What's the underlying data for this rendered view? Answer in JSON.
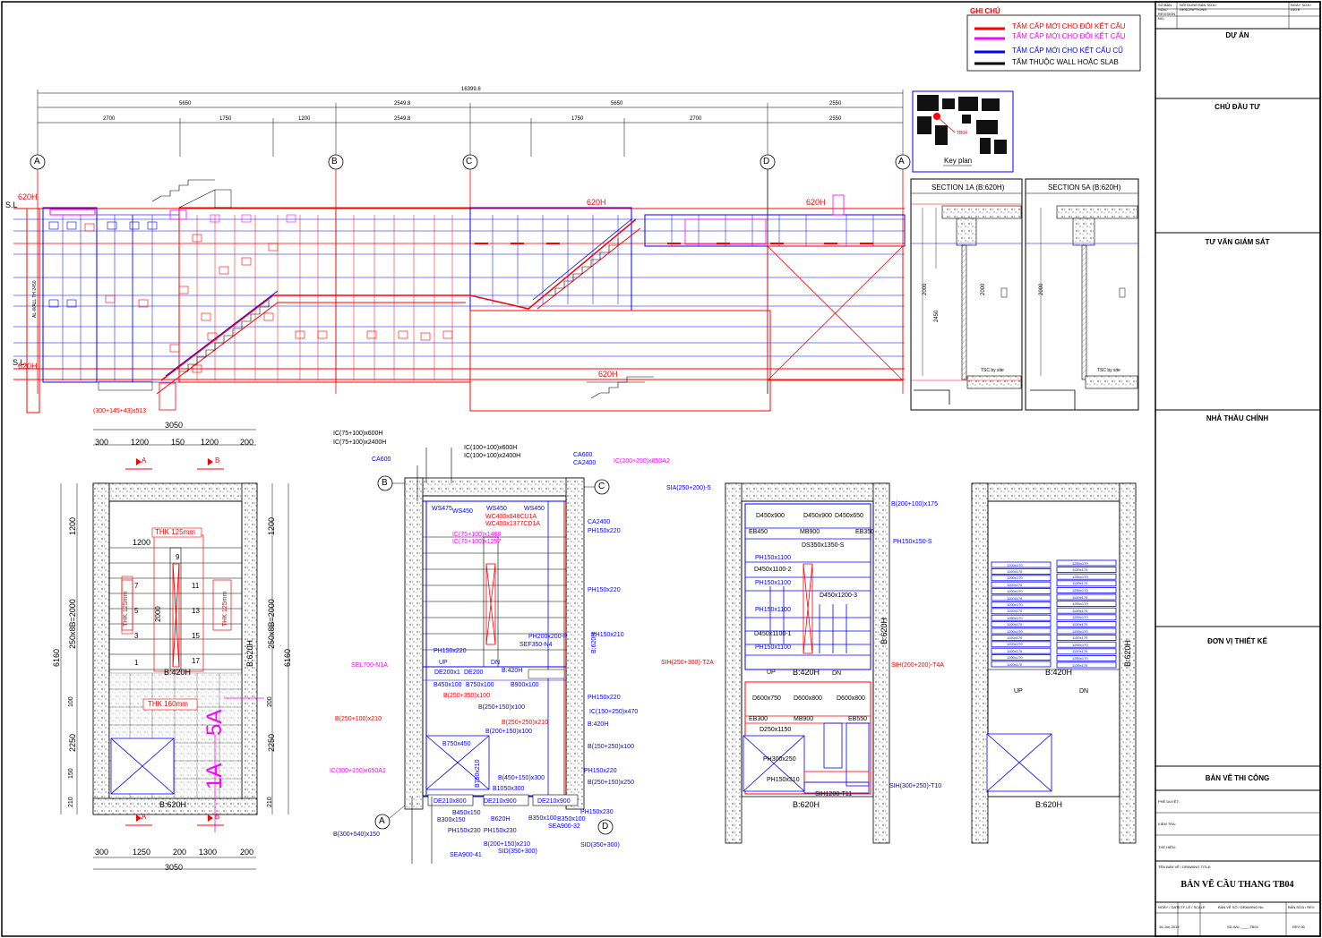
{
  "legend": {
    "title": "GHI CHÚ",
    "items": [
      {
        "label": "TẤM CẤP MỚI CHO ĐỔI KẾT CẤU",
        "color": "#ff0000"
      },
      {
        "label": "TẤM CẤP MỚI CHO ĐỔI KẾT CẤU",
        "color": "#ff00ff"
      },
      {
        "label": "TẤM CẤP MỚI CHO KẾT CẤU CŨ",
        "color": "#0000ff"
      },
      {
        "label": "TẤM THUỘC WALL HOẶC SLAB",
        "color": "#000000"
      }
    ]
  },
  "key_plan": {
    "label": "Key plan",
    "tag": "TB04"
  },
  "elevation": {
    "overall": "16399.8",
    "dims_level1": [
      "5650",
      "2549.8",
      "5650",
      "2550"
    ],
    "dims_level2": [
      "2700",
      "1750",
      "1200",
      "2549.8",
      "1750",
      "2700",
      "2550"
    ],
    "grids": [
      "A",
      "B",
      "C",
      "D",
      "A"
    ],
    "level_labels": [
      "620H",
      "620H",
      "620H",
      "620H",
      "620H",
      "S.L",
      "S.L"
    ],
    "callout": "(300+145+43)x513",
    "wall_note": "AL-WALL TH 2450"
  },
  "sections": [
    {
      "title": "SECTION 1A (B:620H)",
      "dims": [
        "2000",
        "2450",
        "2000"
      ],
      "note": "TSC by site"
    },
    {
      "title": "SECTION 5A (B:620H)",
      "dims": [
        "2000"
      ],
      "note": "TSC by site"
    }
  ],
  "plan1": {
    "top_total": "3050",
    "top_dims": [
      "300",
      "1200",
      "150",
      "1200",
      "200"
    ],
    "bottom_dims": [
      "300",
      "1250",
      "200",
      "1300",
      "200"
    ],
    "bottom_total": "3050",
    "left_dims": [
      "1200",
      "250x8B=2000",
      "100",
      "2250",
      "210",
      "150"
    ],
    "left_total": "6160",
    "right_dims": [
      "1200",
      "250x8B=2000",
      "2250",
      "200",
      "210"
    ],
    "right_total": "6160",
    "thk1": "THK 125mm",
    "thk2": "THK 160mm",
    "thk_side": "THK 125mm",
    "landing": "B:420H",
    "bottom": "B:620H",
    "right": "B:620H",
    "mark_5a": "5A",
    "mark_1a": "1A",
    "inner_dim": "1200",
    "steps": [
      "9",
      "11",
      "7",
      "13",
      "5",
      "15",
      "3",
      "17",
      "1",
      "2000"
    ],
    "section_marks": [
      "A",
      "B"
    ]
  },
  "plan2": {
    "labels_blue": [
      "WS450",
      "WS450",
      "WS450",
      "WS475",
      "PH150x220",
      "PH150x220",
      "PH150x210",
      "PH150x220",
      "B450x100",
      "B750x100",
      "B900x100",
      "PH150x220",
      "B750x450",
      "B750x210",
      "B1050x300",
      "DE210x800",
      "DE210x900",
      "DE210x900",
      "B300x150",
      "B450x150",
      "B620H",
      "PH150x230",
      "PH150x230",
      "PH150x220",
      "B(250+150)x100",
      "B(150+250)x100",
      "B(450+150)x300",
      "B(200+150)x100",
      "IC(150+250)x470",
      "B:420H",
      "B:620H",
      "DE200x1",
      "DE200",
      "B:420H",
      "UP",
      "DN",
      "CA2400",
      "CA600",
      "CA2400",
      "CA600",
      "PH200x200-P",
      "SEF350-N4",
      "SEA900-41",
      "B(300+540)x150",
      "SID(350+300)",
      "SID(350+300)",
      "B(250+150)x250",
      "B(200+150)x210",
      "PH150x230",
      "B350x100",
      "B350x100",
      "SEA900-32"
    ],
    "labels_red": [
      "WC400x848CU1A",
      "WC400x1377CD1A",
      "B(250+350)x100",
      "B(250+100)x210",
      "B(250+250)x210"
    ],
    "labels_magenta": [
      "IC(75+100)x1468",
      "IC(75+100)x1257",
      "IC(200+250)x650A2",
      "SEL700-N1A",
      "IC(300+150)x650A1"
    ],
    "top_labels": [
      "IC(75+100)x600H",
      "IC(75+100)x2400H",
      "IC(100+100)x600H",
      "IC(100+100)x2400H"
    ],
    "grids": [
      "B",
      "C",
      "A",
      "D"
    ]
  },
  "plan3": {
    "labels": [
      "SIA(250+200)-5",
      "B(200+100)x175",
      "PH150x150-S",
      "D450x900",
      "D450x900",
      "D450x650",
      "EB450",
      "MB900",
      "EB350",
      "DS350x1350-S",
      "D450x1100-2",
      "D450x1200-3",
      "D450x1100-1",
      "PH150x1100",
      "PH150x1100",
      "PH150x1100",
      "PH150x1100",
      "UP",
      "B:420H",
      "DN",
      "SIH(250+300)-T2A",
      "SIH(200+200)-T4A",
      "D600x750",
      "D600x800",
      "D600x800",
      "EB300",
      "MB900",
      "EB550",
      "D250x1150",
      "PH300x250",
      "PH150x310",
      "SIH(300+250)-T10",
      "B:620H",
      "B:620H",
      "SIH1200-T11"
    ]
  },
  "plan4": {
    "landing": "B:420H",
    "bottom": "B:620H",
    "right": "B:620H",
    "up": "UP",
    "dn": "DN",
    "bars": [
      "1200x170",
      "1100x170",
      "1200x170",
      "1100x170",
      "1200x170",
      "1100x170",
      "1200x170",
      "1100x170",
      "1200x170",
      "1100x170",
      "1200x170",
      "1100x170",
      "1200x170",
      "1100x170",
      "1200x170",
      "1100x170"
    ]
  },
  "title_block": {
    "rev_header": [
      "SỐ BẢN SỬA / REVISION NO.",
      "NỘI DUNG BẢN SỬA / DESCRIPTIONS",
      "NGÀY SỬA / DATE"
    ],
    "du_an": "DỰ ÁN",
    "chu_dau_tu": "CHỦ ĐẦU TƯ",
    "tu_van": "TƯ VẤN GIÁM SÁT",
    "nha_thau": "NHÀ THẦU CHÍNH",
    "don_vi": "ĐƠN VỊ THIẾT KẾ",
    "ban_ve": "BẢN VẼ THI CÔNG",
    "phe_duyet": "PHÊ DUYỆT:",
    "kiem_tra": "KIỂM TRA:",
    "the_hien": "THỂ HIỆN:",
    "drawing_title_label": "TÊN BẢN VẼ / DRAWING TITLE:",
    "drawing_title": "BẢN VẼ CẦU THANG TB04",
    "footer_labels": [
      "NGÀY / DATE",
      "TỶ LỆ / SCALE",
      "BẢN VẼ SỐ / DRAWING No.",
      "BẢN SỬA / REV."
    ],
    "footer_values": [
      "16-Jun-2019",
      "",
      "SD-WU-____-TB04",
      "REV 00"
    ]
  }
}
